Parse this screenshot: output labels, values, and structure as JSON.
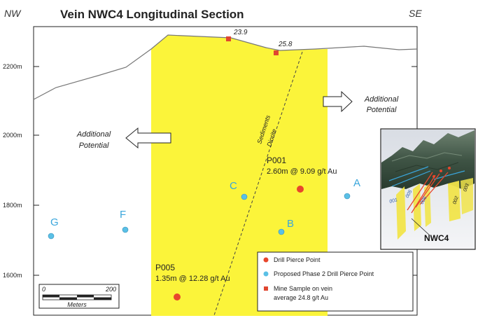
{
  "title": "Vein NWC4 Longitudinal Section",
  "corners": {
    "left": "NW",
    "right": "SE"
  },
  "elevation_labels": [
    "2200m",
    "2000m",
    "1800m",
    "1600m"
  ],
  "surface_samples": [
    "23.9",
    "25.8"
  ],
  "contact_labels": {
    "left": "Sediments",
    "right": "Diorite"
  },
  "additional_potential": {
    "line1": "Additional",
    "line2": "Potential"
  },
  "drill_results": [
    {
      "id": "P001",
      "result": "2.60m @ 9.09 g/t Au"
    },
    {
      "id": "P005",
      "result": "1.35m @ 12.28 g/t Au"
    }
  ],
  "proposed_points": [
    "A",
    "B",
    "C",
    "F",
    "G"
  ],
  "scale_bar": {
    "start": "0",
    "end": "200",
    "unit": "Meters"
  },
  "legend": {
    "drill_pierce": "Drill Pierce Point",
    "proposed": "Proposed Phase 2 Drill Pierce Point",
    "mine_sample_line1": "Mine Sample on vein",
    "mine_sample_line2": "average 24.8 g/t Au"
  },
  "inset": {
    "label": "NWC4",
    "vein_labels": [
      "001",
      "005",
      "006",
      "002",
      "003"
    ]
  },
  "colors": {
    "vein_fill": "#fbf43a",
    "drill_point": "#e8462c",
    "proposed_point": "#5ac0e6",
    "proposed_label": "#3aa6dc",
    "mine_sample": "#e04630"
  }
}
